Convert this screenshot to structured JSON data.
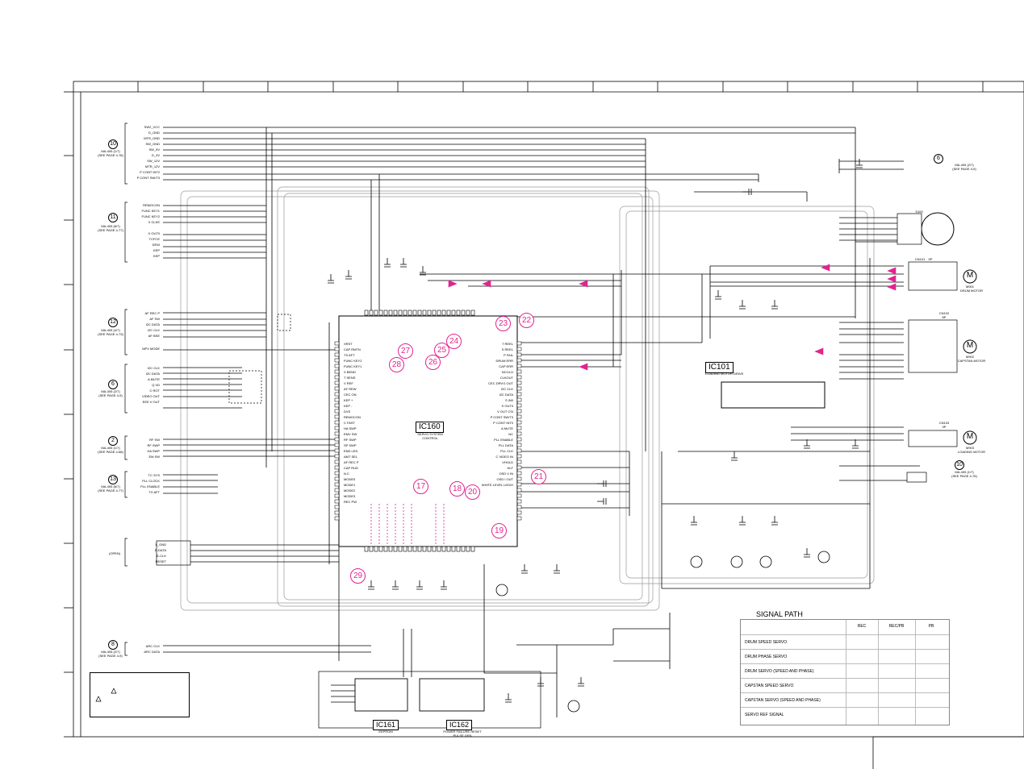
{
  "ics": {
    "ic160": {
      "ref": "IC160",
      "desc": "SERVO SYSTEM CONTROL"
    },
    "ic101": {
      "ref": "IC101",
      "desc": "LOADING MOTOR DRIVE"
    },
    "ic161": {
      "ref": "IC161",
      "desc": "EEPROM"
    },
    "ic162": {
      "ref": "IC162",
      "desc": "POWER FAILURE RESET PULSE GEN"
    }
  },
  "motors": {
    "m901": {
      "label": "M",
      "ref": "M901",
      "desc": "DRUM MOTOR"
    },
    "m902": {
      "label": "M",
      "ref": "M902",
      "desc": "CAPSTAN MOTOR"
    },
    "m903": {
      "label": "M",
      "ref": "M903",
      "desc": "LOADING MOTOR"
    }
  },
  "connectors": {
    "cn101": {
      "ref": "CN101",
      "pins": "5P"
    },
    "cn102": {
      "ref": "CN102",
      "pins": "8P"
    },
    "cn103": {
      "ref": "CN103",
      "pins": "3P"
    },
    "s100": {
      "ref": "S100"
    }
  },
  "circled_numbers": [
    "17",
    "18",
    "19",
    "20",
    "21",
    "22",
    "23",
    "24",
    "25",
    "26",
    "27",
    "28",
    "29"
  ],
  "grey_circles": [
    "10",
    "11",
    "12",
    "6",
    "2",
    "13",
    "8",
    "6",
    "10"
  ],
  "left_refs": [
    {
      "num": "10",
      "lines": [
        "MA-405 (1/7)",
        "(SEE PAGE 4-76)"
      ]
    },
    {
      "num": "11",
      "lines": [
        "MA-405 (6/7)",
        "(SEE PAGE 4-77)"
      ]
    },
    {
      "num": "12",
      "lines": [
        "MA-405 (4/7)",
        "(SEE PAGE 4-73)"
      ]
    },
    {
      "num": "6",
      "lines": [
        "MA-405 (2/7)",
        "(SEE PAGE 4-9)"
      ]
    },
    {
      "num": "2",
      "lines": [
        "MA-405 (1/7)",
        "(SEE PAGE 4-68)"
      ]
    },
    {
      "num": "13",
      "lines": [
        "MA-405 (6/7)",
        "(SEE PAGE 4-77)"
      ]
    },
    {
      "num": "8",
      "lines": [
        "MA-405 (2/7)",
        "(SEE PAGE 4-9)"
      ]
    }
  ],
  "right_refs": [
    {
      "num": "6",
      "lines": [
        "MA-405 (2/7)",
        "(SEE PAGE 4-9)"
      ]
    },
    {
      "num": "10",
      "lines": [
        "MA-405 (1/7)",
        "(SEE PAGE 4-76)"
      ]
    }
  ],
  "left_pins_group1": [
    "SW2_VCC",
    "D_GND",
    "MTR_GND",
    "SW_GND",
    "SW_5V",
    "D_3V",
    "SW_12V",
    "MTR_12V",
    "P CONT INT2",
    "P CONT SW/T3"
  ],
  "left_pins_group2": [
    "REMOCON",
    "FUNC KEY1",
    "FUNC KEY2",
    "X CLKE",
    "X OUT0",
    "TCFCE",
    "DEW",
    "KEP",
    "KEP"
  ],
  "left_pins_group3": [
    "AF REC P",
    "AF SW",
    "I2C DATA",
    "I2C CLK",
    "AF BSE",
    "MPX MODE"
  ],
  "left_pins_group4": [
    "I2C CLK",
    "I2C DATA",
    "A MUTE",
    "Q VD",
    "C ROT",
    "VIDEO OUT",
    "EEE V OUT"
  ],
  "left_pins_group5": [
    "RF SW",
    "RF SWP",
    "HA SWP",
    "EM SW"
  ],
  "left_pins_group6": [
    "TC SYS",
    "PLL CLOCK",
    "PLL ENABLE",
    "TX AFT"
  ],
  "left_pins_group7": [
    "X_GND",
    "E-DATA",
    "E-CLK",
    "RESET"
  ],
  "left_pins_group8": [
    "ARC CLK",
    "ARC DATA"
  ],
  "open_label": "(OPEN)",
  "ic160_pins_left": [
    "XRST",
    "CAP RMTN",
    "TS AFT",
    "FUNC KEY2",
    "FUNC KEY1",
    "X BEND",
    "T SENS",
    "V REF",
    "AF REW",
    "CEC ON",
    "KEP +",
    "KEP -",
    "DVS",
    "REMOCON",
    "C FAST",
    "HA SWP",
    "EMV SW",
    "RF SWP",
    "SP SWP",
    "END LED",
    "AMT SEL",
    "AF REC P",
    "CAP RUD",
    "N.C",
    "MODE0",
    "MODE1",
    "MODE2",
    "MODE3",
    "REC PW"
  ],
  "ic160_pins_right": [
    "T REEL",
    "S REEL",
    "P FAIL",
    "DRUM ERR",
    "CAP ERR",
    "NCOLO",
    "CLKOUT",
    "CEC DRV/1 OUT",
    "I2C CLK",
    "I2C DATA",
    "S IN0",
    "S OUT0",
    "V OUT CSI",
    "P CONT SW/T3",
    "P CONT INT0",
    "A MUTE",
    "NC",
    "PLL ENABLE",
    "PLL DATA",
    "PLL CLK",
    "C VIDEO IN",
    "VHOLD",
    "HLF",
    "OSD V IN",
    "OSD I OUT",
    "WHITE LEVEL LED/H"
  ],
  "legend": {
    "title": "SIGNAL PATH",
    "col_rec": "REC",
    "col_recpb": "REC/PB",
    "col_pb": "PB",
    "rows": [
      "DRUM SPEED SERVO",
      "DRUM PHASE SERVO",
      "DRUM SERVO (SPEED AND PHASE)",
      "CAPSTAN SPEED SERVO",
      "CAPSTAN SERVO (SPEED AND PHASE)",
      "SERVO REF SIGNAL"
    ]
  },
  "colors": {
    "signal": "#e0248f",
    "line": "#000000",
    "grey": "#8a8a8a"
  }
}
